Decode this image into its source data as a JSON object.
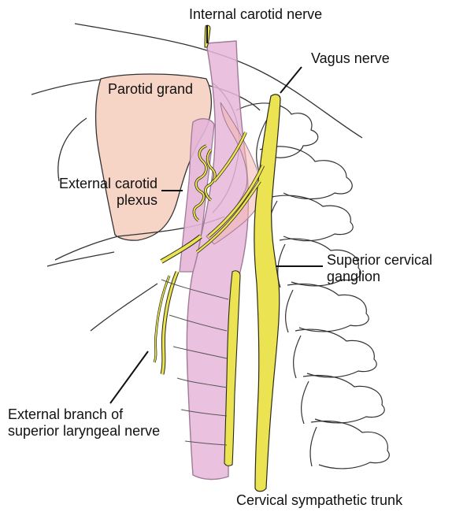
{
  "figure": {
    "labels": {
      "internal_carotid_nerve": "Internal carotid nerve",
      "vagus_nerve": "Vagus nerve",
      "parotid_gland": "Parotid grand",
      "external_carotid_plexus_line1": "External carotid",
      "external_carotid_plexus_line2": "plexus",
      "superior_cervical_ganglion_line1": "Superior cervical",
      "superior_cervical_ganglion_line2": "ganglion",
      "external_branch_line1": "External branch of",
      "external_branch_line2": "superior laryngeal nerve",
      "cervical_sympathetic_trunk": "Cervical sympathetic trunk"
    },
    "colors": {
      "nerve": "#ece353",
      "nerve_outline": "#2a2a1a",
      "parotid": "#f6d4c6",
      "artery": "#e6b6d8",
      "artery_outline": "#a07a96",
      "outline": "#333333",
      "text": "#111111"
    }
  }
}
